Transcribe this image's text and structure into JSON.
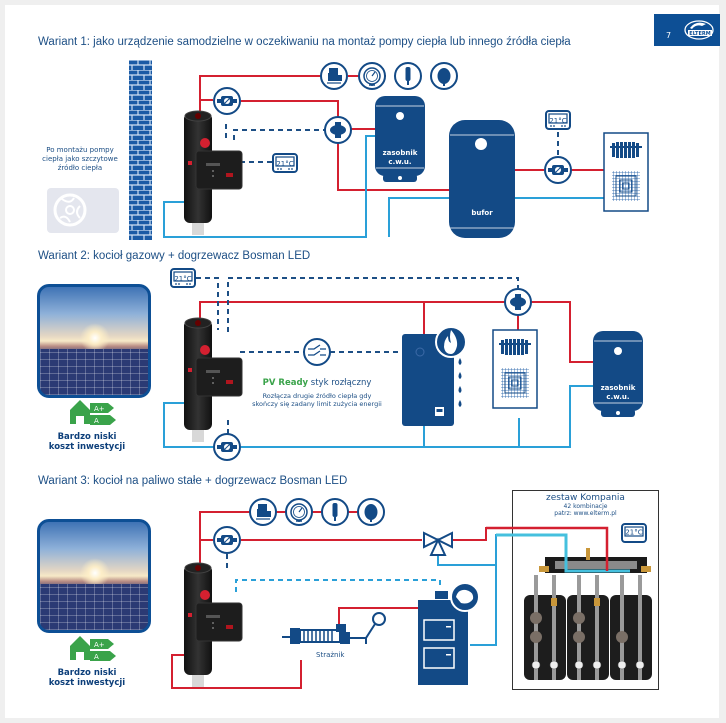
{
  "page": {
    "number": "7",
    "brand": "ELTERM",
    "colors": {
      "brand_blue": "#0d4f95",
      "navy": "#134a86",
      "hot_pipe": "#d42030",
      "cold_pipe": "#2aa0d8",
      "dashed_signal": "#1d4f85",
      "energy_green": "#3aa34a"
    }
  },
  "variant1": {
    "title": "Wariant 1: jako urządzenie samodzielne w oczekiwaniu na montaż pompy ciepła lub innego źródła ciepła",
    "heat_pump_note": "Po montażu pompy ciepła jako szczytowe źródło ciepła",
    "tank_dhw_label_1": "zasobnik",
    "tank_dhw_label_2": "c.w.u.",
    "buffer_label": "bufor",
    "thermostat_1": "21°C",
    "thermostat_2": "21°C",
    "icons": [
      "safety-valve-icon",
      "pressure-gauge-icon",
      "air-vent-icon",
      "expansion-vessel-icon",
      "pump-icon",
      "three-way-valve-icon",
      "radiator-icon",
      "floor-heating-icon",
      "brick-wall-icon",
      "heat-pump-icon"
    ]
  },
  "variant2": {
    "title": "Wariant 2: kocioł gazowy + dogrzewacz Bosman LED",
    "thermostat": "21°C",
    "pv_ready_bold": "PV Ready",
    "pv_ready_rest": " styk rozłączny",
    "pv_description": "Rozłącza drugie źródło ciepła gdy skończy się zadany limit zużycia energii",
    "energy_class_top": "A+",
    "energy_class_bottom": "A",
    "low_cost_1": "Bardzo niski",
    "low_cost_2": "koszt inwestycji",
    "tank_dhw_label_1": "zasobnik",
    "tank_dhw_label_2": "c.w.u."
  },
  "variant3": {
    "title": "Wariant 3: kocioł na paliwo stałe + dogrzewacz Bosman LED",
    "energy_class_top": "A+",
    "energy_class_bottom": "A",
    "low_cost_1": "Bardzo niski",
    "low_cost_2": "koszt inwestycji",
    "guard_label": "Strażnik",
    "kompania_title": "zestaw Kompania",
    "kompania_combinations": "42 kombinacje",
    "kompania_link": "patrz: www.elterm.pl",
    "thermostat": "21°C"
  }
}
